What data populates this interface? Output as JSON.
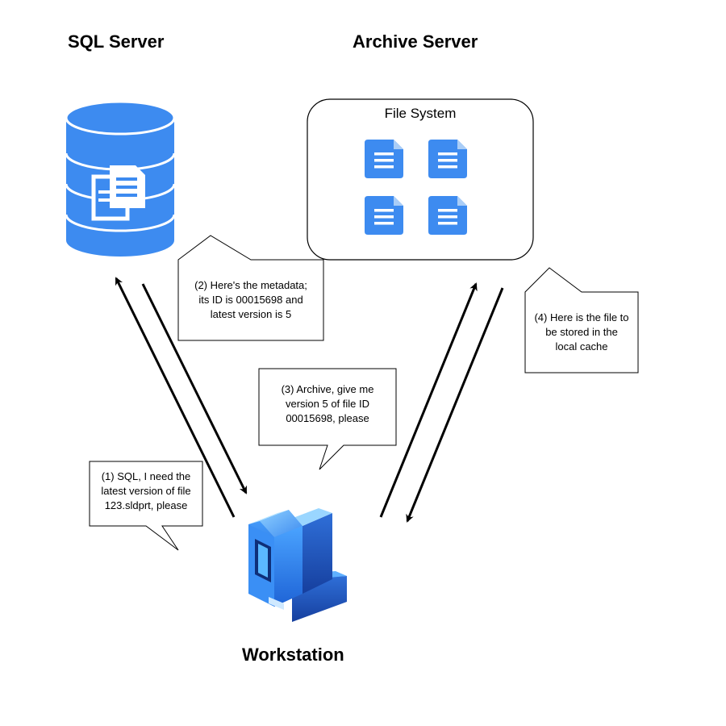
{
  "headings": {
    "sql_server": "SQL Server",
    "archive_server": "Archive Server",
    "workstation": "Workstation"
  },
  "file_system": {
    "label": "File System",
    "file_count": 4
  },
  "callouts": {
    "step1": {
      "lines": [
        "(1) SQL, I need the",
        "latest version of file",
        "123.sldprt, please"
      ]
    },
    "step2": {
      "lines": [
        "(2) Here's the metadata;",
        "its ID is 00015698 and",
        "latest version is 5"
      ]
    },
    "step3": {
      "lines": [
        "(3) Archive, give me",
        "version 5 of file ID",
        "00015698, please"
      ]
    },
    "step4": {
      "lines": [
        "(4) Here is the file to",
        "be stored in the",
        "local cache"
      ]
    }
  },
  "colors": {
    "icon_blue": "#3d8bf0",
    "icon_dark_blue": "#1a4fb0",
    "stroke": "#000000",
    "background": "#ffffff"
  },
  "icons": {
    "sql_server": "database-icon",
    "archive_files": "document-icon",
    "workstation": "computer-icon"
  }
}
